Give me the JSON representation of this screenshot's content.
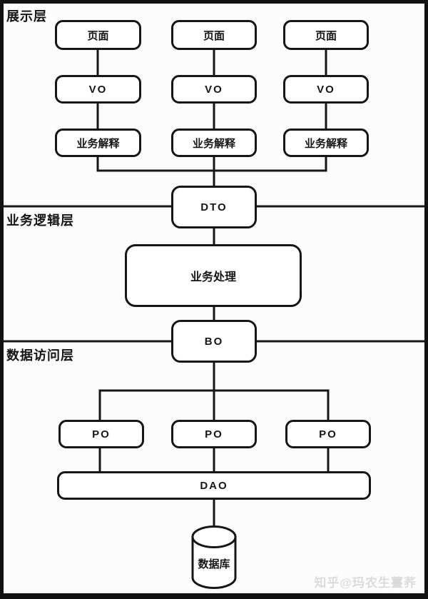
{
  "presentation": {
    "label": "展示层",
    "columns": [
      {
        "page": "页面",
        "vo": "VO",
        "interpret": "业务解释"
      },
      {
        "page": "页面",
        "vo": "VO",
        "interpret": "业务解释"
      },
      {
        "page": "页面",
        "vo": "VO",
        "interpret": "业务解释"
      }
    ],
    "dto": "DTO"
  },
  "business_logic": {
    "label": "业务逻辑层",
    "process": "业务处理",
    "bo": "BO"
  },
  "data_access": {
    "label": "数据访问层",
    "po": [
      "PO",
      "PO",
      "PO"
    ],
    "dao": "DAO",
    "database": "数据库"
  },
  "watermark": "知乎@玛农生薹荞",
  "colors": {
    "line": "#161616",
    "box_fill": "#ffffff",
    "background": "#fcfcfc",
    "watermark": "#dadada"
  }
}
